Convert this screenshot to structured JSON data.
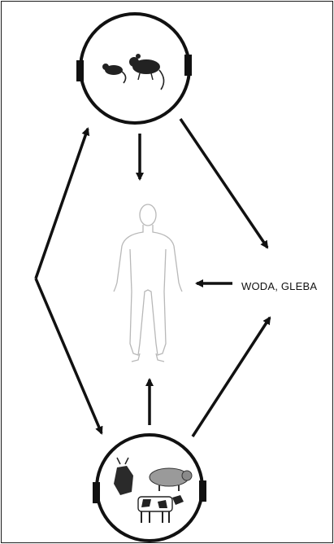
{
  "diagram": {
    "source_label": "WODA, GLEBA",
    "nodes": [
      {
        "id": "rodents",
        "icon": "rodents-icon"
      },
      {
        "id": "human",
        "icon": "human-body-icon"
      },
      {
        "id": "livestock",
        "icon": "livestock-icon"
      }
    ],
    "edges": [
      {
        "from": "rodents",
        "to": "human"
      },
      {
        "from": "rodents",
        "to": "water-soil"
      },
      {
        "from": "livestock",
        "to": "human"
      },
      {
        "from": "livestock",
        "to": "water-soil"
      },
      {
        "from": "water-soil",
        "to": "human"
      },
      {
        "from": "left-vertex",
        "to": "rodents"
      },
      {
        "from": "left-vertex",
        "to": "livestock"
      }
    ]
  }
}
